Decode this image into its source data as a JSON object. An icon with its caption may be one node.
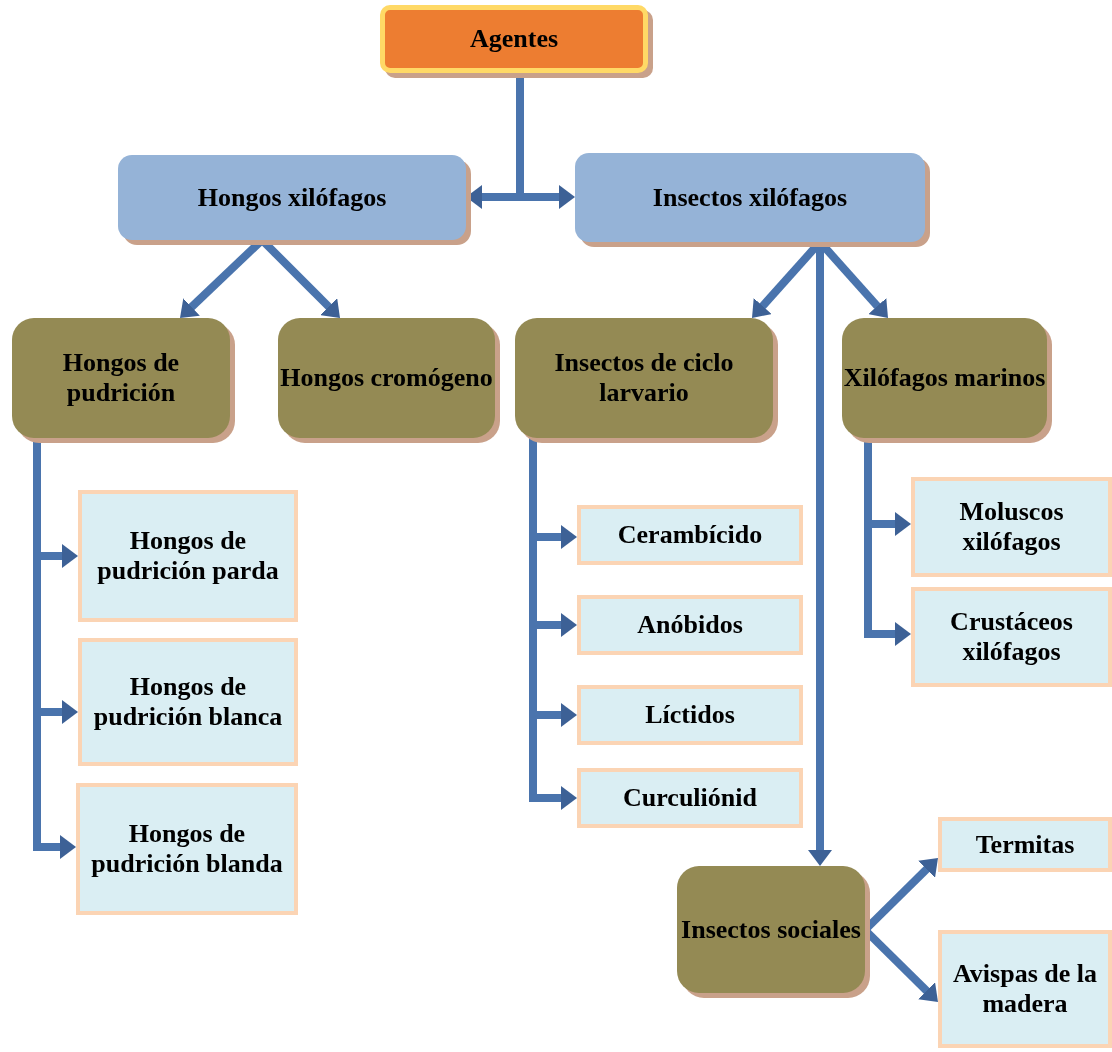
{
  "diagram": {
    "nodes": [
      {
        "text": [
          "Agentes"
        ]
      },
      {
        "text": [
          "Hongos xilófagos"
        ]
      },
      {
        "text": [
          "Insectos xilófagos"
        ]
      },
      {
        "text": [
          "Hongos de pudrición"
        ]
      },
      {
        "text": [
          "Hongos cromógeno"
        ]
      },
      {
        "text": [
          "Insectos de ciclo larvario"
        ]
      },
      {
        "text": [
          "Xilófagos marinos"
        ]
      },
      {
        "text": [
          "Hongos de pudrición parda"
        ]
      },
      {
        "text": [
          "Hongos de pudrición blanca"
        ]
      },
      {
        "text": [
          "Hongos de pudrición blanda"
        ]
      },
      {
        "text": [
          "Cerambícido"
        ]
      },
      {
        "text": [
          "Anóbidos"
        ]
      },
      {
        "text": [
          "Líctidos"
        ]
      },
      {
        "text": [
          "Curculiónid"
        ]
      },
      {
        "text": [
          "Moluscos xilófagos"
        ]
      },
      {
        "text": [
          "Crustáceos xilófagos"
        ]
      },
      {
        "text": [
          "Insectos sociales"
        ]
      },
      {
        "text": [
          "Termitas"
        ]
      },
      {
        "text": [
          "Avispas de la madera"
        ]
      }
    ],
    "edges": [
      {
        "from": 0,
        "to": 1,
        "arrow": "to"
      },
      {
        "from": 0,
        "to": 2,
        "arrow": "to"
      },
      {
        "from": 1,
        "to": 3,
        "arrow": "to"
      },
      {
        "from": 1,
        "to": 4,
        "arrow": "to"
      },
      {
        "from": 2,
        "to": 5,
        "arrow": "to"
      },
      {
        "from": 2,
        "to": 6,
        "arrow": "to"
      },
      {
        "from": 2,
        "to": 16,
        "arrow": "to"
      },
      {
        "from": 3,
        "to": 7,
        "arrow": "to"
      },
      {
        "from": 3,
        "to": 8,
        "arrow": "to"
      },
      {
        "from": 3,
        "to": 9,
        "arrow": "to"
      },
      {
        "from": 5,
        "to": 10,
        "arrow": "to"
      },
      {
        "from": 5,
        "to": 11,
        "arrow": "to"
      },
      {
        "from": 5,
        "to": 12,
        "arrow": "to"
      },
      {
        "from": 5,
        "to": 13,
        "arrow": "to"
      },
      {
        "from": 6,
        "to": 14,
        "arrow": "to"
      },
      {
        "from": 6,
        "to": 15,
        "arrow": "to"
      },
      {
        "from": 16,
        "to": 17,
        "arrow": "to"
      },
      {
        "from": 16,
        "to": 18,
        "arrow": "to"
      }
    ]
  }
}
